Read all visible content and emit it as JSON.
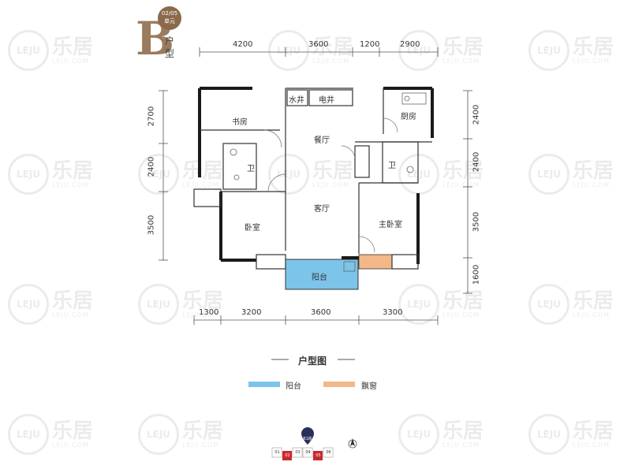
{
  "header": {
    "type_letter": "B",
    "unit_line1": "02/05",
    "unit_line2": "单元",
    "type_word": "户型"
  },
  "dimensions": {
    "top": [
      "4200",
      "3600",
      "1200",
      "2900"
    ],
    "bottom": [
      "1300",
      "3200",
      "3600",
      "3300"
    ],
    "left": [
      "2700",
      "2400",
      "3500"
    ],
    "right": [
      "2400",
      "2400",
      "3500",
      "1600"
    ]
  },
  "rooms": {
    "study": "书房",
    "water_shaft": "水井",
    "elec_shaft": "电井",
    "dining": "餐厅",
    "kitchen": "厨房",
    "bath_left": "卫",
    "bath_right": "卫",
    "living": "客厅",
    "bedroom": "卧室",
    "master_bedroom": "主卧室",
    "balcony": "阳台"
  },
  "legend": {
    "title": "户型图",
    "items": [
      {
        "label": "阳台",
        "color": "#7cc4ea"
      },
      {
        "label": "飘窗",
        "color": "#f2b888"
      }
    ]
  },
  "colors": {
    "balcony": "#7cc4ea",
    "bay_window": "#f2b888",
    "wall": "#1a1a1a",
    "brand": "#9a7b5e"
  },
  "keyplan": {
    "marker": "B1栋",
    "units": [
      "01",
      "02",
      "03",
      "04",
      "05",
      "06"
    ],
    "highlight": [
      "02",
      "05"
    ]
  },
  "watermark": {
    "logo": "LEJU",
    "cn": "乐居",
    "en": "LEJU.COM"
  }
}
